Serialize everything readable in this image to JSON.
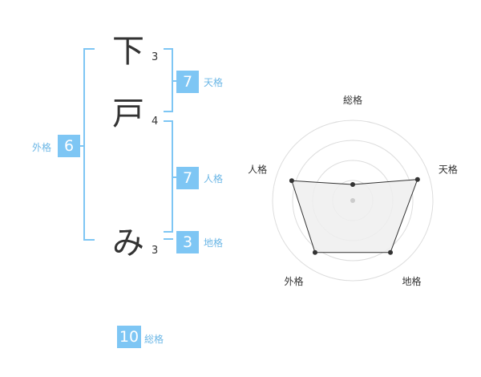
{
  "name_chars": [
    {
      "char": "下",
      "strokes": "3"
    },
    {
      "char": "戸",
      "strokes": "4"
    },
    {
      "char": "み",
      "strokes": "3"
    }
  ],
  "kaku": {
    "tenkaku": {
      "value": "7",
      "label": "天格"
    },
    "jinkaku": {
      "value": "7",
      "label": "人格"
    },
    "chikaku": {
      "value": "3",
      "label": "地格"
    },
    "gaikaku": {
      "value": "6",
      "label": "外格"
    },
    "soukaku": {
      "value": "10",
      "label": "総格"
    }
  },
  "chart_data": {
    "type": "radar",
    "axes": [
      "総格",
      "天格",
      "地格",
      "外格",
      "人格"
    ],
    "values": [
      0.2,
      0.85,
      0.8,
      0.8,
      0.8
    ],
    "rings": 4,
    "colors": {
      "fill": "#eeeeee",
      "line": "#333333",
      "ring": "#dddddd",
      "center": "#cccccc"
    }
  }
}
